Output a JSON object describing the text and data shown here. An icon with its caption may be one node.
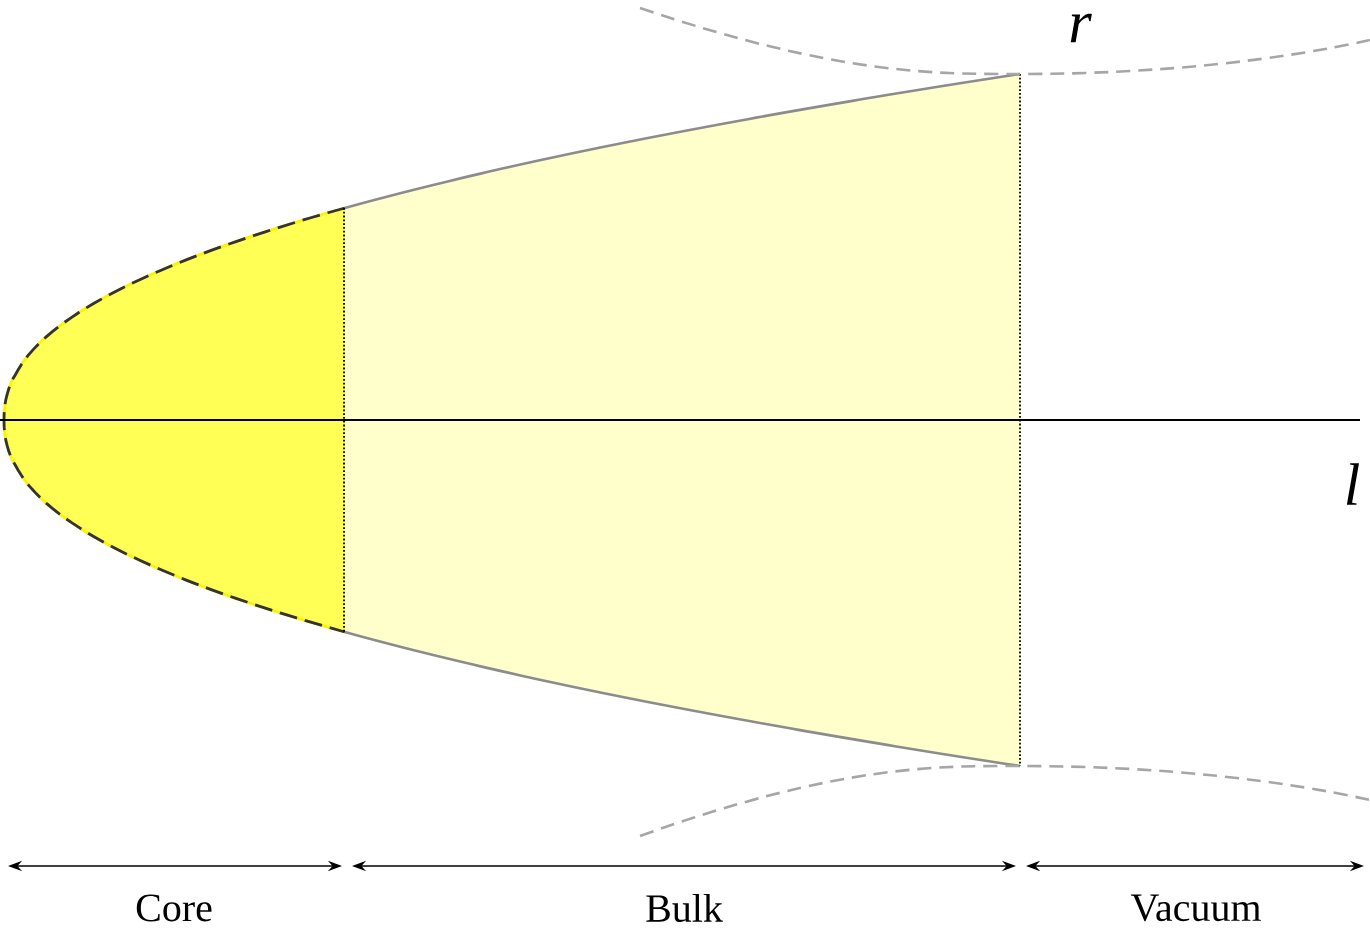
{
  "diagram": {
    "labels": [
      "r",
      "l",
      "Core",
      "Bulk",
      "Vacuum"
    ]
  }
}
